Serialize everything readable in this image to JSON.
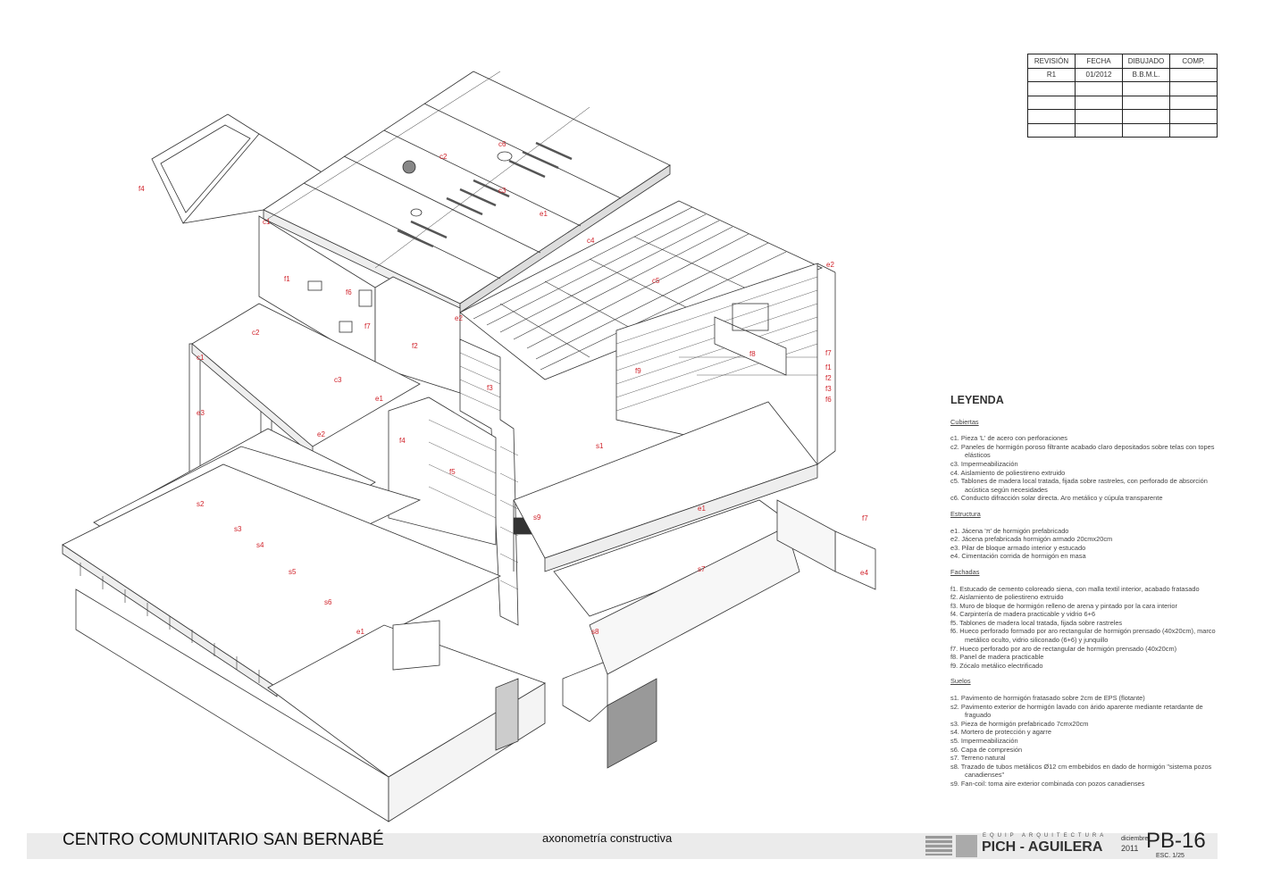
{
  "revision_table": {
    "headers": [
      "REVISIÓN",
      "FECHA",
      "DIBUJADO",
      "COMP."
    ],
    "rows": [
      [
        "R1",
        "01/2012",
        "B.B.M.L.",
        ""
      ],
      [
        "",
        "",
        "",
        ""
      ],
      [
        "",
        "",
        "",
        ""
      ],
      [
        "",
        "",
        "",
        ""
      ],
      [
        "",
        "",
        "",
        ""
      ]
    ]
  },
  "labels": {
    "f4a": "f4",
    "c2a": "c2",
    "c6": "c6",
    "c3a": "c3",
    "c1a": "c1",
    "e1a": "e1",
    "c4": "c4",
    "e2a": "e2",
    "c5": "c5",
    "f1a": "f1",
    "f6a": "f6",
    "f7a": "f7",
    "c2b": "c2",
    "e2b": "e2",
    "f2a": "f2",
    "c1b": "c1",
    "c3b": "c3",
    "e1b": "e1",
    "f9": "f9",
    "f8": "f8",
    "f3a": "f3",
    "f7b": "f7",
    "f1b": "f1",
    "f2b": "f2",
    "f3b": "f3",
    "f6b": "f6",
    "e3": "e3",
    "e2c": "e2",
    "f4b": "f4",
    "f5": "f5",
    "s1": "s1",
    "s2": "s2",
    "s3": "s3",
    "s4": "s4",
    "s9": "s9",
    "e1c": "e1",
    "f7c": "f7",
    "s5": "s5",
    "s6": "s6",
    "s7": "s7",
    "e4": "e4",
    "e1d": "e1",
    "s8": "s8"
  },
  "legend": {
    "title": "LEYENDA",
    "sections": [
      {
        "name": "Cubiertas",
        "items": [
          "c1. Pieza 'L' de acero con perforaciones",
          "c2. Paneles de hormigón poroso filtrante acabado claro depositados  sobre telas con topes elásticos",
          "c3. Impermeabilización",
          "c4. Aislamiento de poliestireno extruido",
          "c5. Tablones de madera local tratada, fijada sobre rastreles, con perforado de absorción acústica según necesidades",
          "c6. Conducto difracción solar directa. Aro metálico y cúpula  transparente"
        ]
      },
      {
        "name": "Estructura",
        "items": [
          "e1. Jácena 'π' de hormigón prefabricado",
          "e2. Jácena prefabricada hormigón armado 20cmx20cm",
          "e3. Pilar de bloque armado interior y estucado",
          "e4. Cimentación corrida de hormigón en masa"
        ]
      },
      {
        "name": "Fachadas",
        "items": [
          "f1. Estucado de cemento coloreado siena, con malla textil interior,  acabado fratasado",
          "f2. Aislamiento de poliestireno extruido",
          "f3. Muro de bloque de hormigón relleno de arena y pintado por la  cara interior",
          "f4. Carpintería de madera practicable y vidrio 6+6",
          "f5. Tablones de madera local tratada, fijada sobre rastreles",
          "f6. Hueco perforado formado por aro rectangular de hormigón prensado (40x20cm), marco metálico oculto, vidrio siliconado (6+6) y junquillo",
          "f7. Hueco perforado por aro de rectangular de hormigón prensado (40x20cm)",
          "f8. Panel de madera practicable",
          "f9. Zócalo metálico electrificado"
        ]
      },
      {
        "name": "Suelos",
        "items": [
          "s1. Pavimento de hormigón fratasado sobre 2cm de EPS (flotante)",
          "s2. Pavimento exterior de hormigón lavado con árido aparente  mediante retardante de fraguado",
          "s3. Pieza de hormigón prefabricado 7cmx20cm",
          "s4. Mortero de protección y agarre",
          "s5. Impermeabilización",
          "s6. Capa de compresión",
          "s7. Terreno natural",
          "s8. Trazado de tubos metálicos Ø12 cm embebidos en dado de hormigón \"sistema pozos canadienses\"",
          "s9. Fan-coil: toma aire exterior combinada con pozos canadienses"
        ]
      }
    ]
  },
  "title_block": {
    "project": "CENTRO COMUNITARIO SAN BERNABÉ",
    "drawing": "axonometría constructiva",
    "firm_top": "EQUIP ARQUITECTURA",
    "firm": "PICH - AGUILERA",
    "month": "diciembre",
    "year": "2011",
    "sheet": "PB-16",
    "scale": "ESC. 1/25"
  },
  "colors": {
    "label": "#d0222a",
    "line": "#333333",
    "bar": "#ebebeb"
  }
}
